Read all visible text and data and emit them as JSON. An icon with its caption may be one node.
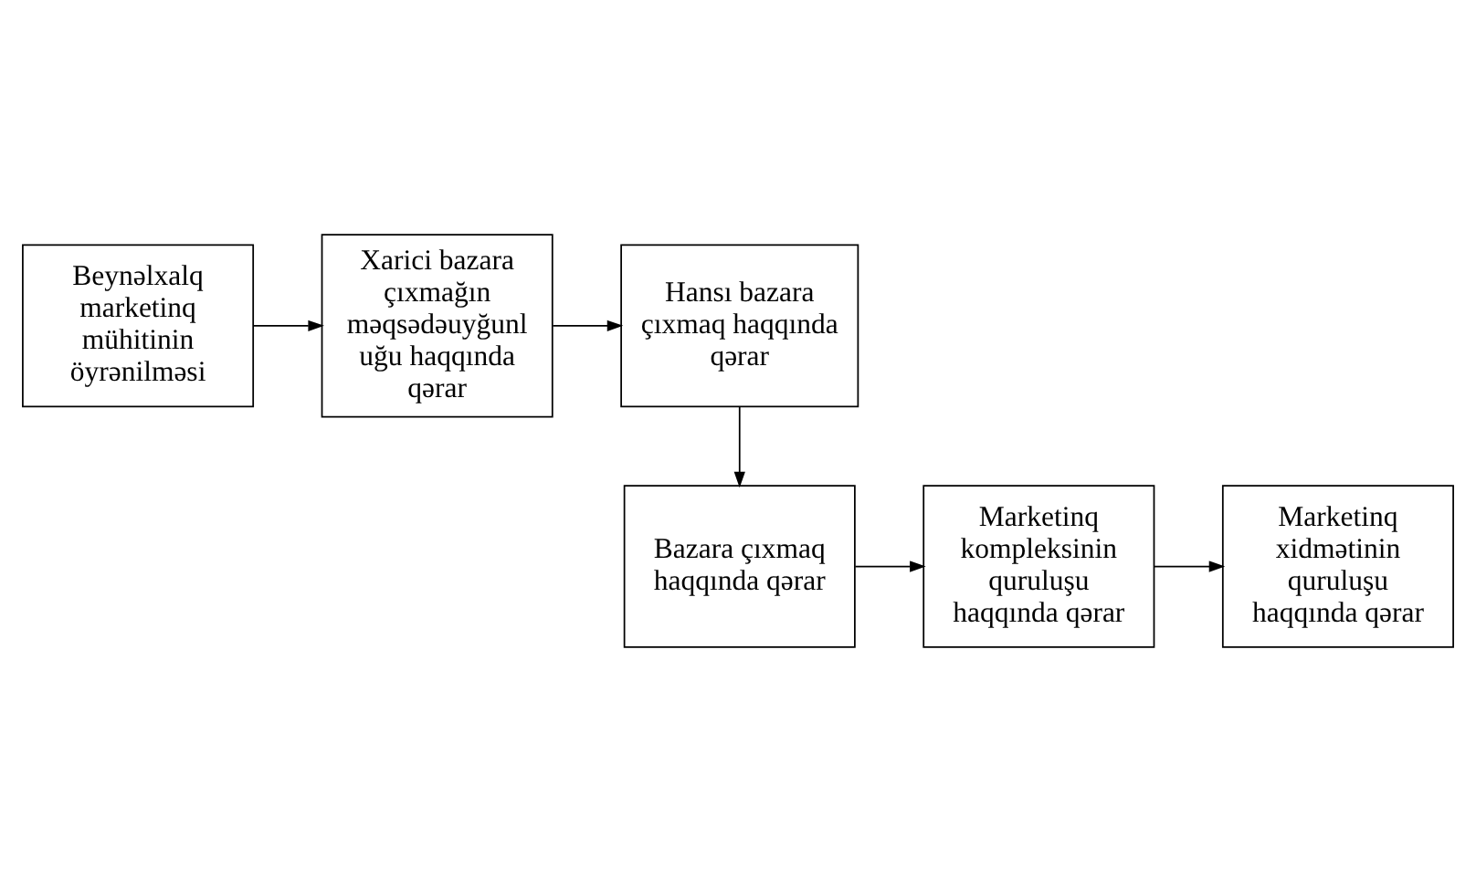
{
  "diagram": {
    "nodes": [
      {
        "text": [
          "Beynəlxalq marketinq mühitinin öyrənilməsi"
        ]
      },
      {
        "text": [
          "Xarici bazara çıxmağın məqsədəuyğunl uğu haqqında qərar"
        ]
      },
      {
        "text": [
          "Hansı bazara çıxmaq haqqında qərar"
        ]
      },
      {
        "text": [
          "Bazara çıxmaq haqqında qərar"
        ]
      },
      {
        "text": [
          "Marketinq kompleksinin quruluşu haqqında qərar"
        ]
      },
      {
        "text": [
          "Marketinq xidmətinin quruluşu haqqında qərar"
        ]
      }
    ],
    "edges": [
      {
        "from": 0,
        "to": 1,
        "arrow": "to"
      },
      {
        "from": 1,
        "to": 2,
        "arrow": "to"
      },
      {
        "from": 2,
        "to": 3,
        "arrow": "to"
      },
      {
        "from": 3,
        "to": 4,
        "arrow": "to"
      },
      {
        "from": 4,
        "to": 5,
        "arrow": "to"
      }
    ]
  }
}
